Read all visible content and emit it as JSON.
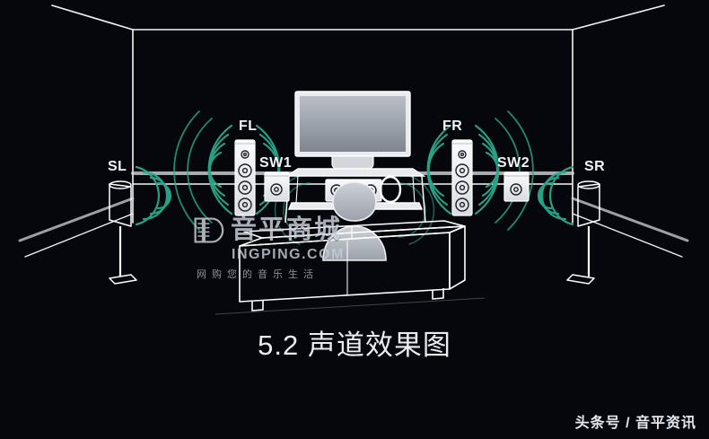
{
  "image": {
    "caption": "5.2 声道效果图",
    "background_color": "#05070d",
    "line_color": "#ffffff",
    "wave_color": "#2aa98c",
    "body_color": "#c9ced6"
  },
  "labels": {
    "front_left": "FL",
    "front_right": "FR",
    "surround_left": "SL",
    "surround_right": "SR",
    "subwoofer_1": "SW1",
    "subwoofer_2": "SW2"
  },
  "watermark": {
    "brand_cn": "音平商城",
    "brand_en": "INGPING.COM",
    "slogan": "网购您的音乐生活"
  },
  "footer": {
    "text": "头条号 / 音平资讯"
  }
}
